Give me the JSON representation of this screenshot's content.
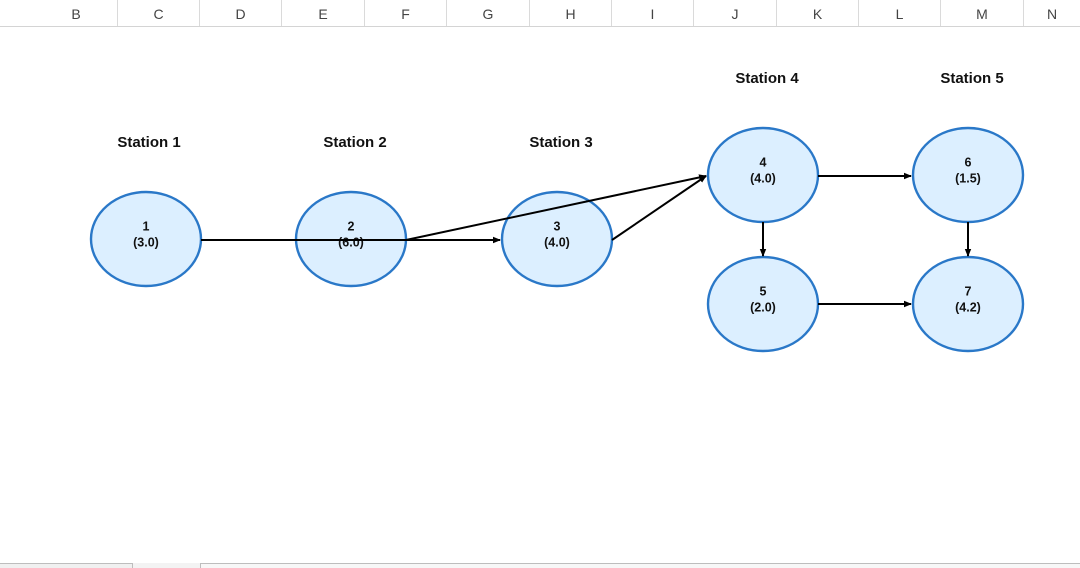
{
  "columns": [
    "B",
    "C",
    "D",
    "E",
    "F",
    "G",
    "H",
    "I",
    "J",
    "K",
    "L",
    "M",
    "N"
  ],
  "stations": [
    "Station 1",
    "Station 2",
    "Station 3",
    "Station 4",
    "Station 5"
  ],
  "nodes": [
    {
      "id": "1",
      "time": "(3.0)"
    },
    {
      "id": "2",
      "time": "(6.0)"
    },
    {
      "id": "3",
      "time": "(4.0)"
    },
    {
      "id": "4",
      "time": "(4.0)"
    },
    {
      "id": "5",
      "time": "(2.0)"
    },
    {
      "id": "6",
      "time": "(1.5)"
    },
    {
      "id": "7",
      "time": "(4.2)"
    }
  ],
  "edges": [
    {
      "from": "1",
      "to": "3"
    },
    {
      "from": "2",
      "to": "4"
    },
    {
      "from": "3",
      "to": "4"
    },
    {
      "from": "4",
      "to": "6"
    },
    {
      "from": "4",
      "to": "5"
    },
    {
      "from": "5",
      "to": "7"
    },
    {
      "from": "6",
      "to": "7"
    }
  ],
  "colors": {
    "node_fill": "#dcefff",
    "node_stroke": "#2a78c8",
    "edge": "#000000",
    "header_text": "#444444"
  }
}
